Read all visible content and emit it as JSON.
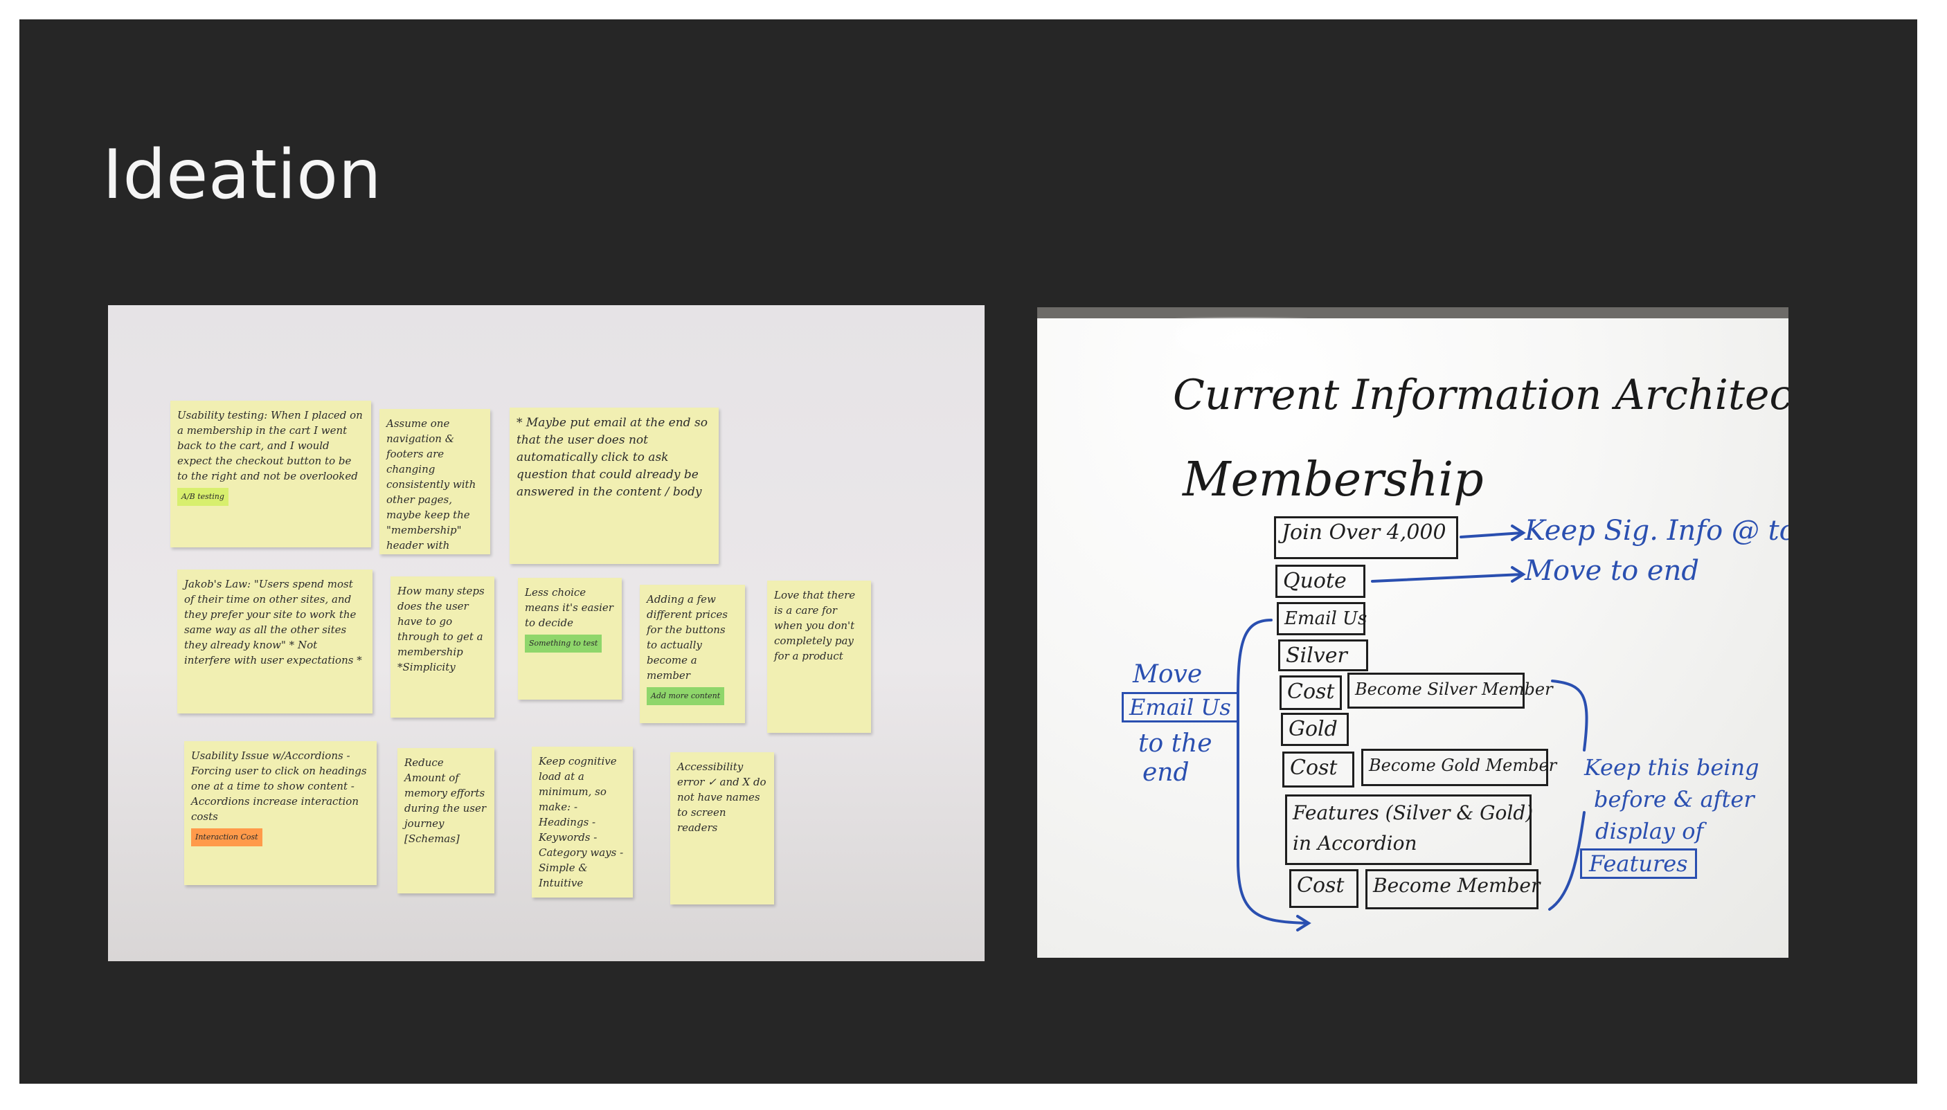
{
  "slide": {
    "title": "Ideation"
  },
  "left_photo": {
    "notes": [
      {
        "text": "Usability testing: When I placed on a membership in the cart I went back to the cart, and I would expect the checkout button to be to the right and not be overlooked",
        "tag": "A/B testing"
      },
      {
        "text": "Assume one navigation & footers are changing consistently with other pages, maybe keep the \"membership\" header with image"
      },
      {
        "text": "* Maybe put email at the end so that the user does not automatically click to ask question that could already be answered in the content / body"
      },
      {
        "text": "Jakob's Law: \"Users spend most of their time on other sites, and they prefer your site to work the same way as all the other sites they already know\" * Not interfere with user expectations *"
      },
      {
        "text": "How many steps does the user have to go through to get a membership *Simplicity"
      },
      {
        "text": "Less choice means it's easier to decide",
        "tag": "Something to test"
      },
      {
        "text": "Adding a few different prices for the buttons to actually become a member",
        "tag": "Add more content"
      },
      {
        "text": "Love that there is a care for when you don't completely pay for a product"
      },
      {
        "text": "Usability Issue w/Accordions - Forcing user to click on headings one at a time to show content - Accordions increase interaction costs",
        "tag": "Interaction Cost"
      },
      {
        "text": "Reduce Amount of memory efforts during the user journey [Schemas]"
      },
      {
        "text": "Keep cognitive load at a minimum, so make: - Headings - Keywords - Category ways - Simple & Intuitive"
      },
      {
        "text": "Accessibility error ✓ and X do not have names to screen readers"
      }
    ]
  },
  "right_photo": {
    "heading": "Current Information Architecture",
    "section": "Membership",
    "boxes": {
      "join": "Join Over 4,000",
      "quote": "Quote",
      "email": "Email Us",
      "silver": "Silver",
      "cost1": "Cost",
      "become_silver": "Become Silver Member",
      "gold": "Gold",
      "cost2": "Cost",
      "become_gold": "Become Gold Member",
      "features_line1": "Features (Silver & Gold)",
      "features_line2": "in Accordion",
      "cost3": "Cost",
      "become_member": "Become Member"
    },
    "annotations": {
      "keep_top": "Keep Sig. Info @ top",
      "move_end": "Move to end",
      "move": "Move",
      "email_us": "Email Us",
      "to_the": "to the",
      "end": "end",
      "keep_line1": "Keep this being",
      "keep_line2": "before & after",
      "keep_line3": "display of",
      "keep_line4": "Features"
    }
  }
}
